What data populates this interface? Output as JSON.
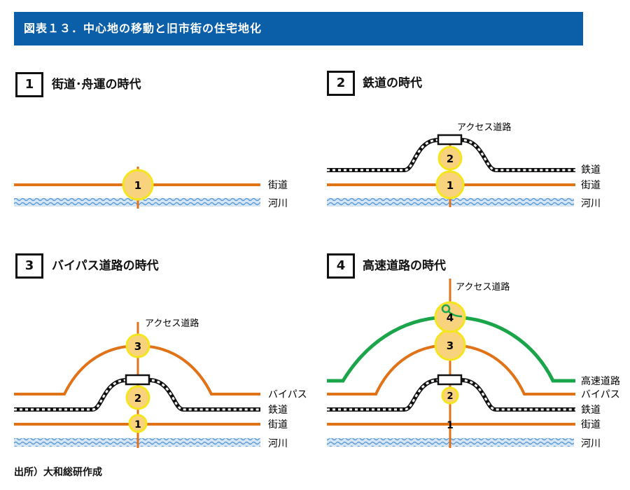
{
  "header": {
    "title": "図表１３．中心地の移動と旧市街の住宅地化"
  },
  "panels": [
    {
      "number": "1",
      "title": "街道･舟運の時代"
    },
    {
      "number": "2",
      "title": "鉄道の時代"
    },
    {
      "number": "3",
      "title": "バイパス道路の時代"
    },
    {
      "number": "4",
      "title": "高速道路の時代"
    }
  ],
  "labels": {
    "kaido": "街道",
    "kasen": "河川",
    "tetsudo": "鉄道",
    "bypass": "バイパス",
    "kosoku": "高速道路",
    "access": "アクセス道路"
  },
  "markers": {
    "m1": "1",
    "m2": "2",
    "m3": "3",
    "m4": "4"
  },
  "colors": {
    "header_bg": "#0b5ea8",
    "road_orange": "#e07218",
    "river_blue": "#5b9bd5",
    "expressway_green": "#1aa54b",
    "circle_yellow": "#f5e51c",
    "circle_fill": "#f9d27e"
  },
  "source": "出所）大和総研作成"
}
